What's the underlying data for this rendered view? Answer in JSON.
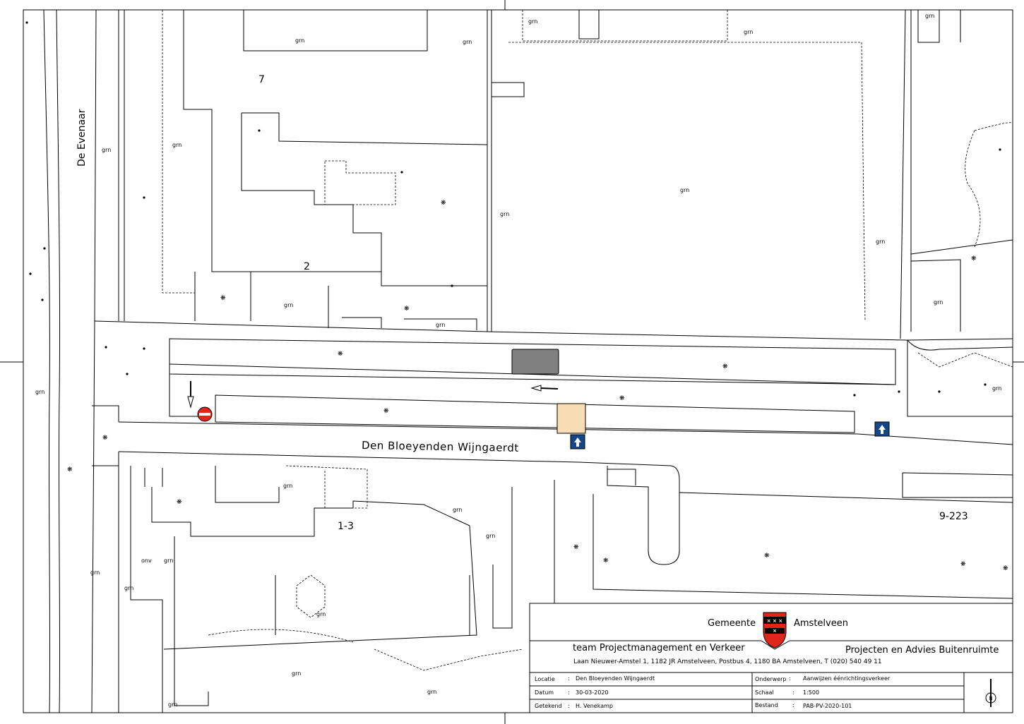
{
  "map": {
    "road_names": {
      "evenaar": "De Evenaar",
      "main": "Den Bloeyenden Wijngaerdt"
    },
    "house_numbers": {
      "n7": "7",
      "n2": "2",
      "n1_3": "1-3",
      "n9_223": "9-223"
    },
    "area_labels": {
      "grn": "grn",
      "onv": "onv"
    },
    "signs": [
      {
        "type": "no-entry-sign",
        "color": "#e1251b"
      },
      {
        "type": "one-way-sign",
        "color": "#14478a"
      },
      {
        "type": "one-way-sign",
        "color": "#14478a"
      }
    ],
    "colors": {
      "speed-table": "#808080",
      "crossing": "#f8dcb4"
    }
  },
  "title_block": {
    "municipality_left": "Gemeente",
    "municipality_right": "Amstelveen",
    "team": "team Projectmanagement en Verkeer",
    "department": "Projecten en Advies Buitenruimte",
    "address": "Laan Nieuwer-Amstel 1, 1182 JR Amstelveen, Postbus 4, 1180 BA Amstelveen, T (020) 540 49 11",
    "fields": {
      "locatie_label": "Locatie",
      "locatie_value": "Den Bloeyenden Wijngaerdt",
      "datum_label": "Datum",
      "datum_value": "30-03-2020",
      "getekend_label": "Getekend",
      "getekend_value": "H. Venekamp",
      "onderwerp_label": "Onderwerp",
      "onderwerp_value": "Aanwijzen éénrichtingsverkeer",
      "schaal_label": "Schaal",
      "schaal_value": "1:500",
      "bestand_label": "Bestand",
      "bestand_value": "PAB-PV-2020-101"
    },
    "separator": ":"
  }
}
